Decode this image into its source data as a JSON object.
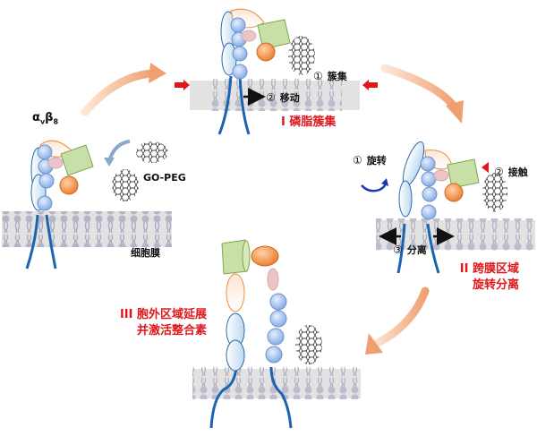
{
  "molecule_label": {
    "alpha": "α",
    "alpha_sub": "v",
    "beta": "β",
    "beta_sub": "8"
  },
  "nanomaterial_label": "GO-PEG",
  "membrane_label": "细胞膜",
  "stages": [
    {
      "title": "I 磷脂簇集",
      "steps": [
        {
          "number": "①",
          "text": "簇集"
        },
        {
          "number": "②",
          "text": "移动"
        }
      ]
    },
    {
      "title_lines": [
        "II 跨膜区域",
        "旋转分离"
      ],
      "steps": [
        {
          "number": "①",
          "text": "旋转"
        },
        {
          "number": "②",
          "text": "接触"
        },
        {
          "number": "③",
          "text": "分离"
        }
      ]
    },
    {
      "title_lines": [
        "III 胞外区域延展",
        "并激活整合素"
      ]
    }
  ],
  "colors": {
    "stage_title": "#e0161b",
    "cycle_arrow": "#f0a070",
    "membrane": "#e2e2e2",
    "lipid": "#b8b4c8",
    "alpha_outline": "#2a6aa8",
    "beta_bead": "#8fb4ea",
    "green_head": "#c8e0a8",
    "orange_domain": "#f08a3c",
    "pink_domain": "#eac4c8",
    "tail": "#1c64b0",
    "pressure_arrow": "#e0161b"
  }
}
